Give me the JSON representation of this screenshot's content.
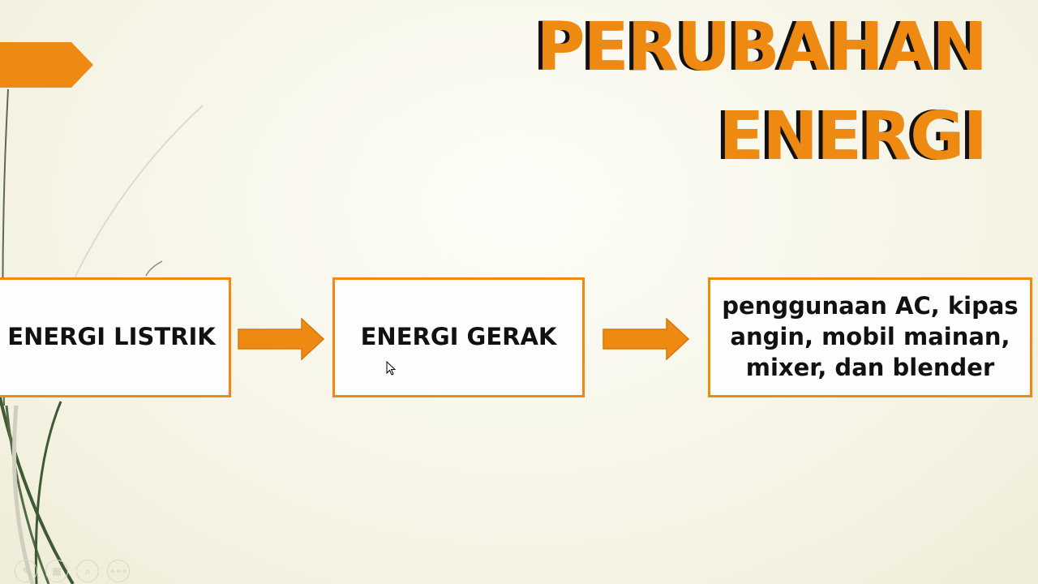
{
  "slide": {
    "title_line1": "PERUBAHAN",
    "title_line2": "ENERGI",
    "boxes": [
      "ENERGI LISTRIK",
      "ENERGI GERAK",
      "penggunaan AC, kipas angin, mobil mainan, mixer, dan blender"
    ],
    "accent_color": "#ee8a12"
  },
  "controls": [
    {
      "icon": "pen-icon",
      "glyph": "✎"
    },
    {
      "icon": "slides-icon",
      "glyph": "▦"
    },
    {
      "icon": "zoom-icon",
      "glyph": "⌕"
    },
    {
      "icon": "more-icon",
      "glyph": "∘∘∘"
    }
  ]
}
